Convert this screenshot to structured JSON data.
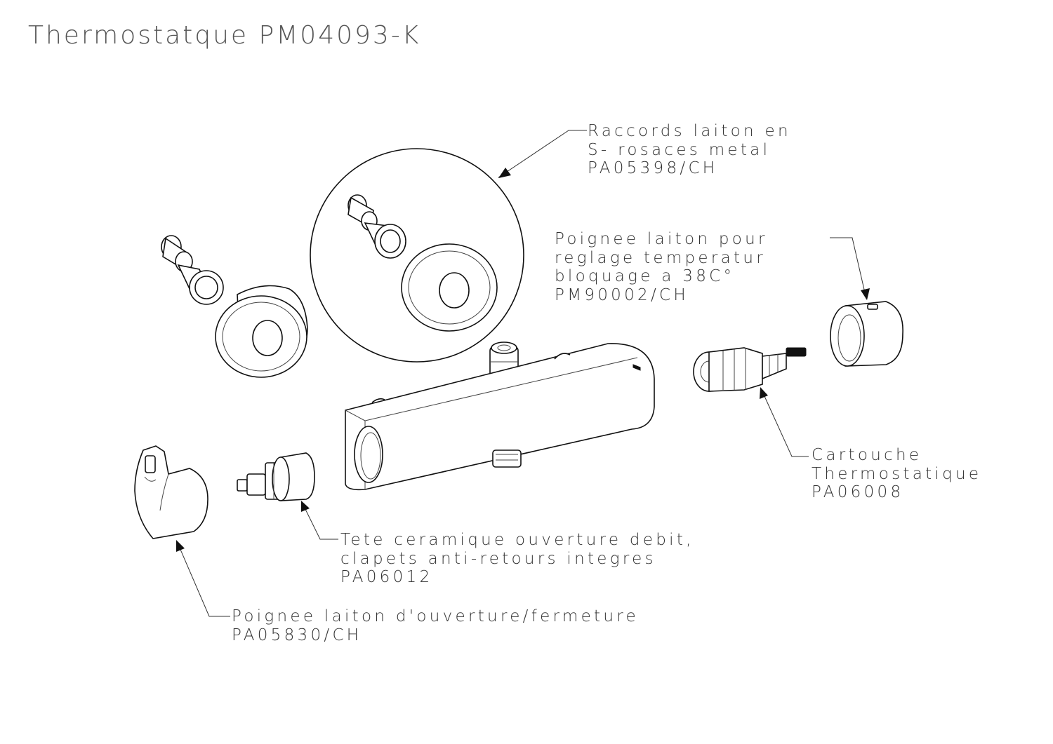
{
  "title": "Thermostatque PM04093-K",
  "callouts": {
    "raccords": {
      "line1": "Raccords laiton en",
      "line2": "S- rosaces metal",
      "line3": "PA05398/CH"
    },
    "poignee_temp": {
      "line1": "Poignee laiton pour",
      "line2": "reglage temperatur",
      "line3": "bloquage a 38C°",
      "line4": "PM90002/CH"
    },
    "cartouche": {
      "line1": "Cartouche",
      "line2": "Thermostatique",
      "line3": "PA06008"
    },
    "tete": {
      "line1": "Tete ceramique ouverture debit,",
      "line2": "clapets anti-retours integres",
      "line3": "PA06012"
    },
    "poignee_ouv": {
      "line1": "Poignee laiton d'ouverture/fermeture",
      "line2": "PA05830/CH"
    }
  }
}
